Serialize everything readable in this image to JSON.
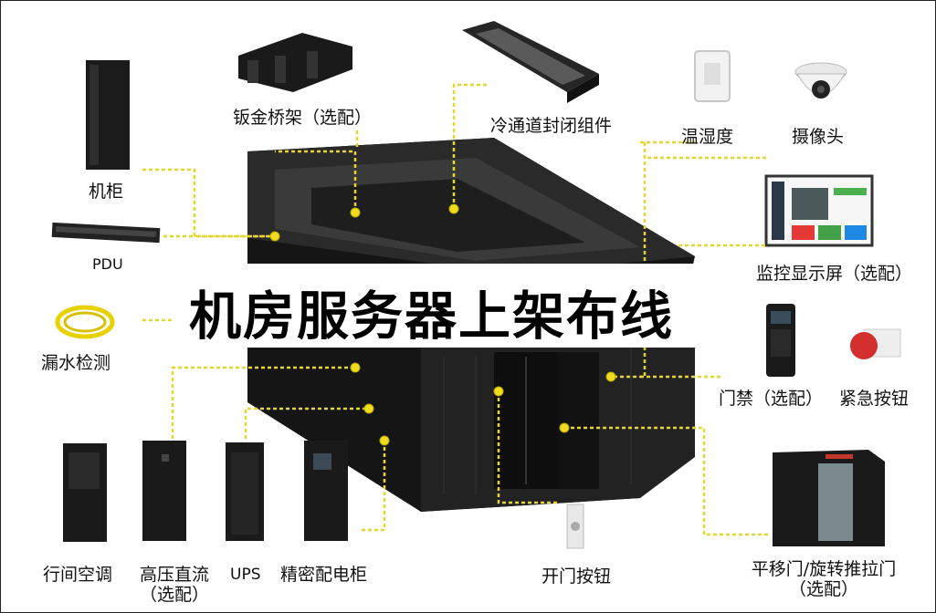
{
  "title": "机房服务器上架布线",
  "labels": {
    "cabinet": "机柜",
    "pdu": "PDU",
    "leak_detection": "漏水检测",
    "sheet_metal_tray": "钣金桥架（选配）",
    "cold_aisle_kit": "冷通道封闭组件",
    "temp_humidity": "温湿度",
    "camera": "摄像头",
    "monitor_screen": "监控显示屏（选配）",
    "access_control": "门禁（选配）",
    "emergency_button": "紧急按钮",
    "row_ac": "行间空调",
    "hv_dc_line1": "高压直流",
    "hv_dc_line2": "（选配）",
    "ups": "UPS",
    "precision_pdu": "精密配电柜",
    "door_button": "开门按钮",
    "door_line1": "平移门/旋转推拉门",
    "door_line2": "（选配）"
  },
  "colors": {
    "leader": "#e8d52a",
    "equipment": "#1c1c1c",
    "accent_red": "#c0392b",
    "cable_yellow": "#e6d200"
  }
}
